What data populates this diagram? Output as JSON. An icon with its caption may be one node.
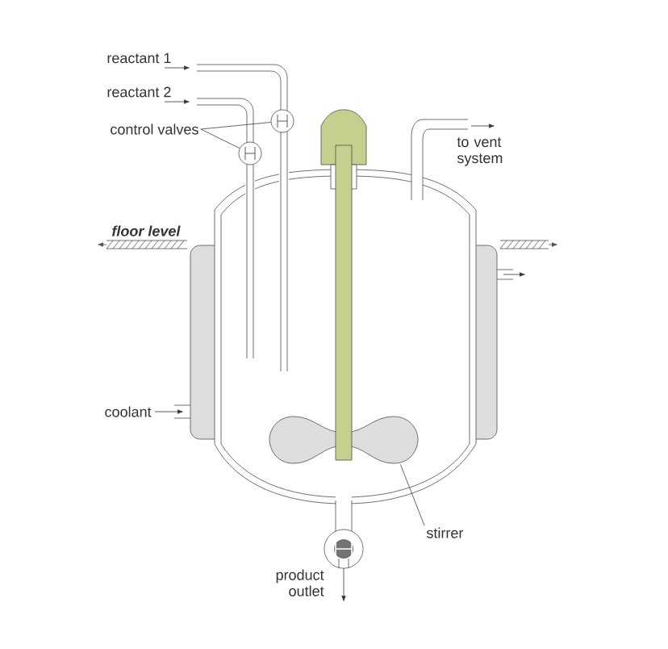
{
  "diagram": {
    "nodes": [
      {
        "text": [
          "control valves"
        ]
      },
      {
        "text": [],
        "shape": "circle"
      },
      {
        "text": [],
        "shape": "circle"
      },
      {
        "text": [
          "stirrer"
        ]
      },
      {
        "text": [],
        "shape": "paddle"
      }
    ],
    "edges": [
      {
        "from": 0,
        "to": 1,
        "arrow": "none"
      },
      {
        "from": 0,
        "to": 2,
        "arrow": "none"
      },
      {
        "from": 3,
        "to": 4,
        "arrow": "none"
      }
    ],
    "labels": [
      "reactant 1",
      "reactant 2",
      "floor level",
      "to vent system",
      "coolant",
      "product outlet"
    ]
  }
}
